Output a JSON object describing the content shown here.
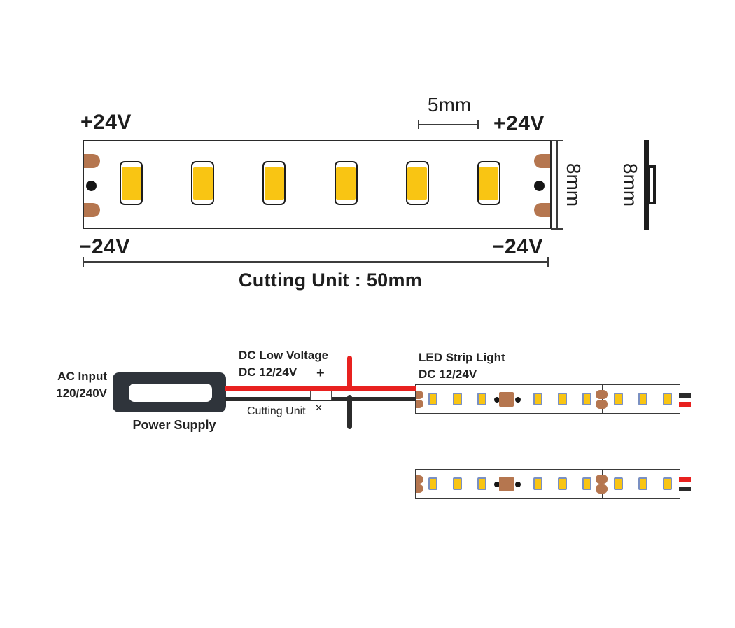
{
  "top_diagram": {
    "plus_label_left": "+24V",
    "plus_label_right": "+24V",
    "minus_label_left": "−24V",
    "minus_label_right": "−24V",
    "pitch_label": "5mm",
    "height_label": "8mm",
    "profile_height_label": "8mm",
    "cutting_label": "Cutting Unit : 50mm",
    "led_count": 6
  },
  "wiring_diagram": {
    "ac_label_line1": "AC Input",
    "ac_label_line2": "120/240V",
    "power_supply_label": "Power Supply",
    "dc_label_line1": "DC Low Voltage",
    "dc_label_line2": "DC 12/24V",
    "plus_marker": "+",
    "cut_marker": "✕",
    "cutting_unit_label": "Cutting Unit",
    "strip_label_line1": "LED Strip Light",
    "strip_label_line2": "DC 12/24V",
    "strip_count": 2,
    "leds_per_strip": 9,
    "strips": [
      {
        "right_wire_top": "black",
        "right_wire_bottom": "red"
      },
      {
        "right_wire_top": "red",
        "right_wire_bottom": "black"
      }
    ]
  },
  "colors": {
    "ink": "#1d1d1d",
    "copper": "#B5764F",
    "led_yellow": "#F9C513",
    "led_border_blue": "#7A90C2",
    "wire_red": "#E8211F",
    "wire_black": "#2B2B2B",
    "psu_dark": "#2F343B",
    "dot_black": "#151515"
  }
}
